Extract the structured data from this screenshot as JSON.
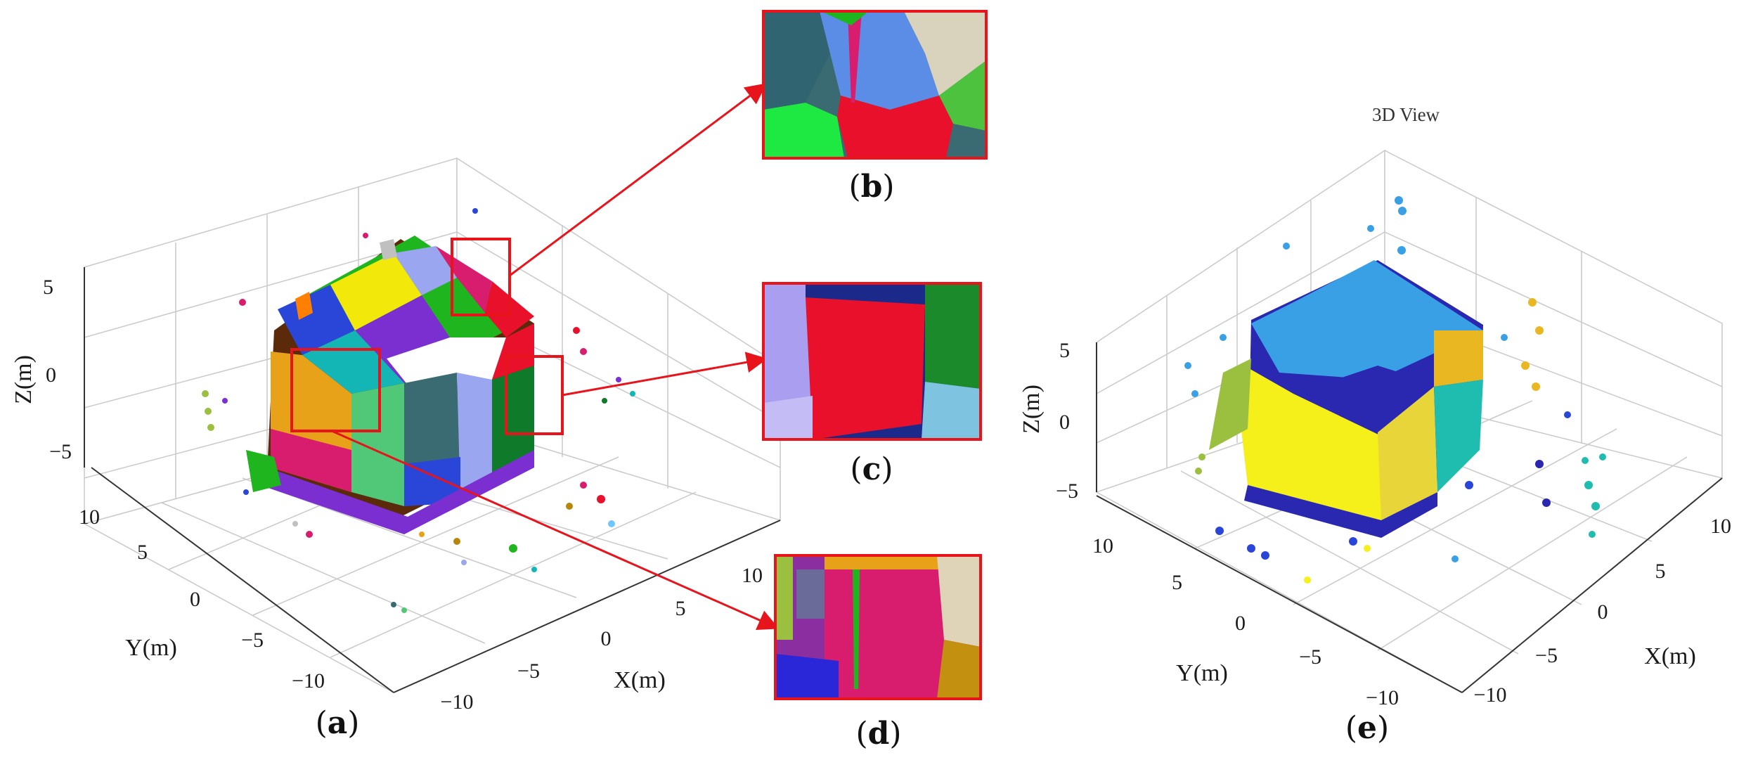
{
  "panels": {
    "a": {
      "caption_letter": "a",
      "z_ticks": [
        "5",
        "0",
        "−5"
      ],
      "y_ticks": [
        "10",
        "5",
        "0",
        "−5",
        "−10"
      ],
      "x_ticks": [
        "10",
        "5",
        "0",
        "−5",
        "−10"
      ],
      "z_label": "Z(m)",
      "y_label": "Y(m)",
      "x_label": "X(m)"
    },
    "b": {
      "caption_letter": "b"
    },
    "c": {
      "caption_letter": "c"
    },
    "d": {
      "caption_letter": "d"
    },
    "e": {
      "caption_letter": "e",
      "view_title": "3D View",
      "z_ticks": [
        "5",
        "0",
        "−5"
      ],
      "y_ticks": [
        "10",
        "5",
        "0",
        "−5",
        "−10"
      ],
      "x_ticks": [
        "10",
        "5",
        "0",
        "−5",
        "−10"
      ],
      "z_label": "Z(m)",
      "y_label": "Y(m)",
      "x_label": "X(m)"
    }
  },
  "colors": {
    "highlight": "#e8141c",
    "grid": "#c9c9c9",
    "segment_palette": [
      "#e8102a",
      "#1fb51f",
      "#2a46d8",
      "#f2e90a",
      "#7b2fd0",
      "#14b5b5",
      "#e8a21a",
      "#d81d6e",
      "#3a6b73",
      "#9aa6f0",
      "#50c878",
      "#0f7a2a",
      "#5b2a0a",
      "#ff7f00",
      "#6ec6ff",
      "#b8860b",
      "#c0c0c0"
    ],
    "clustered_palette": [
      "#f5ef1a",
      "#39a0e6",
      "#2a27b0",
      "#e8b722",
      "#1fbcb0",
      "#9bbf3f"
    ]
  }
}
